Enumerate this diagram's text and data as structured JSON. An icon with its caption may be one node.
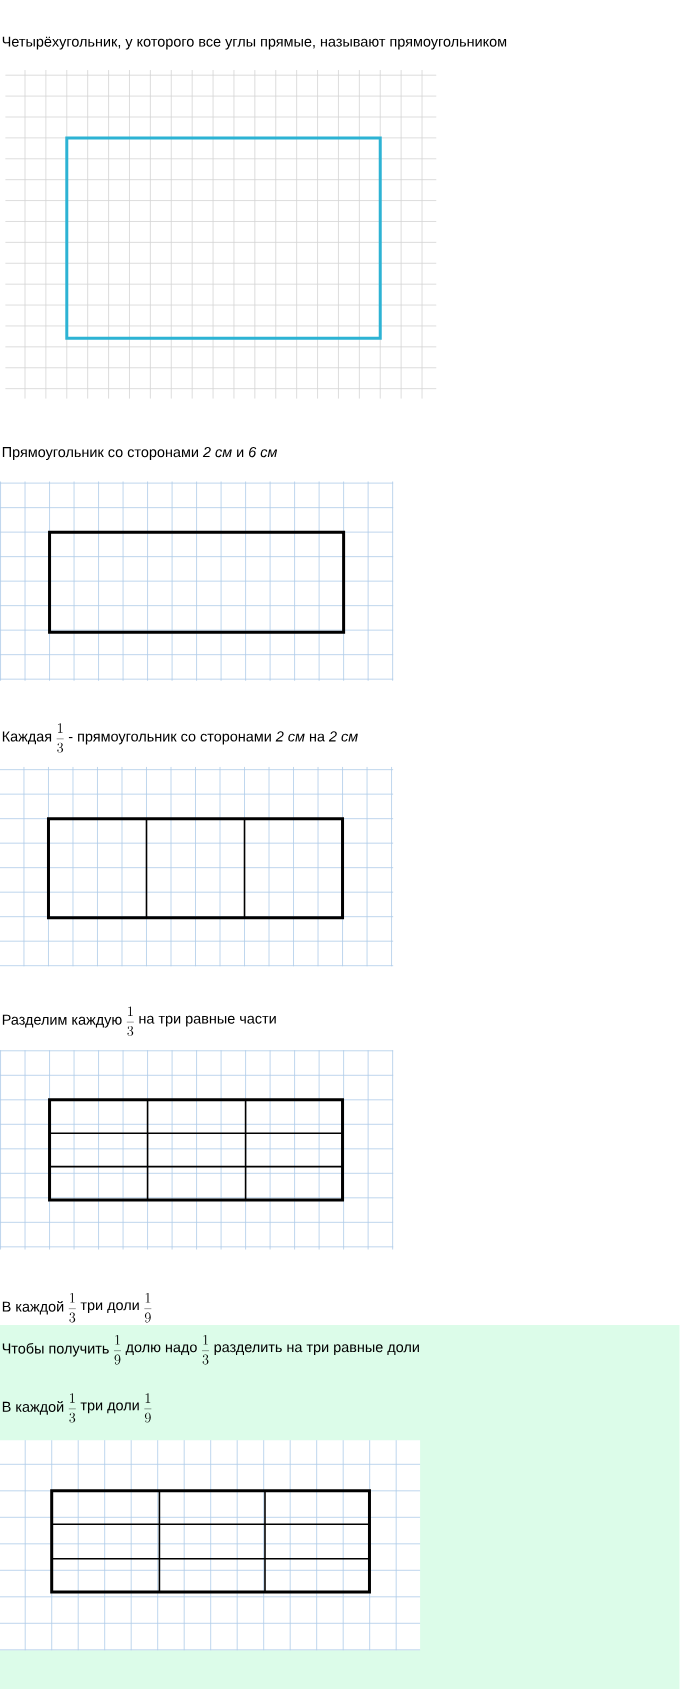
{
  "diagram": {
    "labels": [
      "Четырёхугольник, у которого все углы прямые, называют прямоугольником",
      "Прямоугольник со сторонами *2 см* и *6 см*",
      "Каждая",
      "\\frac{1}{3}",
      "- прямоугольник со сторонами *2 см* на *2 см*",
      "Разделим каждую",
      "\\frac{1}{3}",
      "на три равные части",
      "В каждой",
      "\\frac{1}{3}",
      "три доли",
      "\\frac{1}{9}",
      "Чтобы получить",
      "\\frac{1}{9}",
      "долю надо",
      "\\frac{1}{3}",
      "разделить на три равные доли",
      "В каждой",
      "\\frac{1}{3}",
      "три доли",
      "\\frac{1}{9}"
    ]
  }
}
